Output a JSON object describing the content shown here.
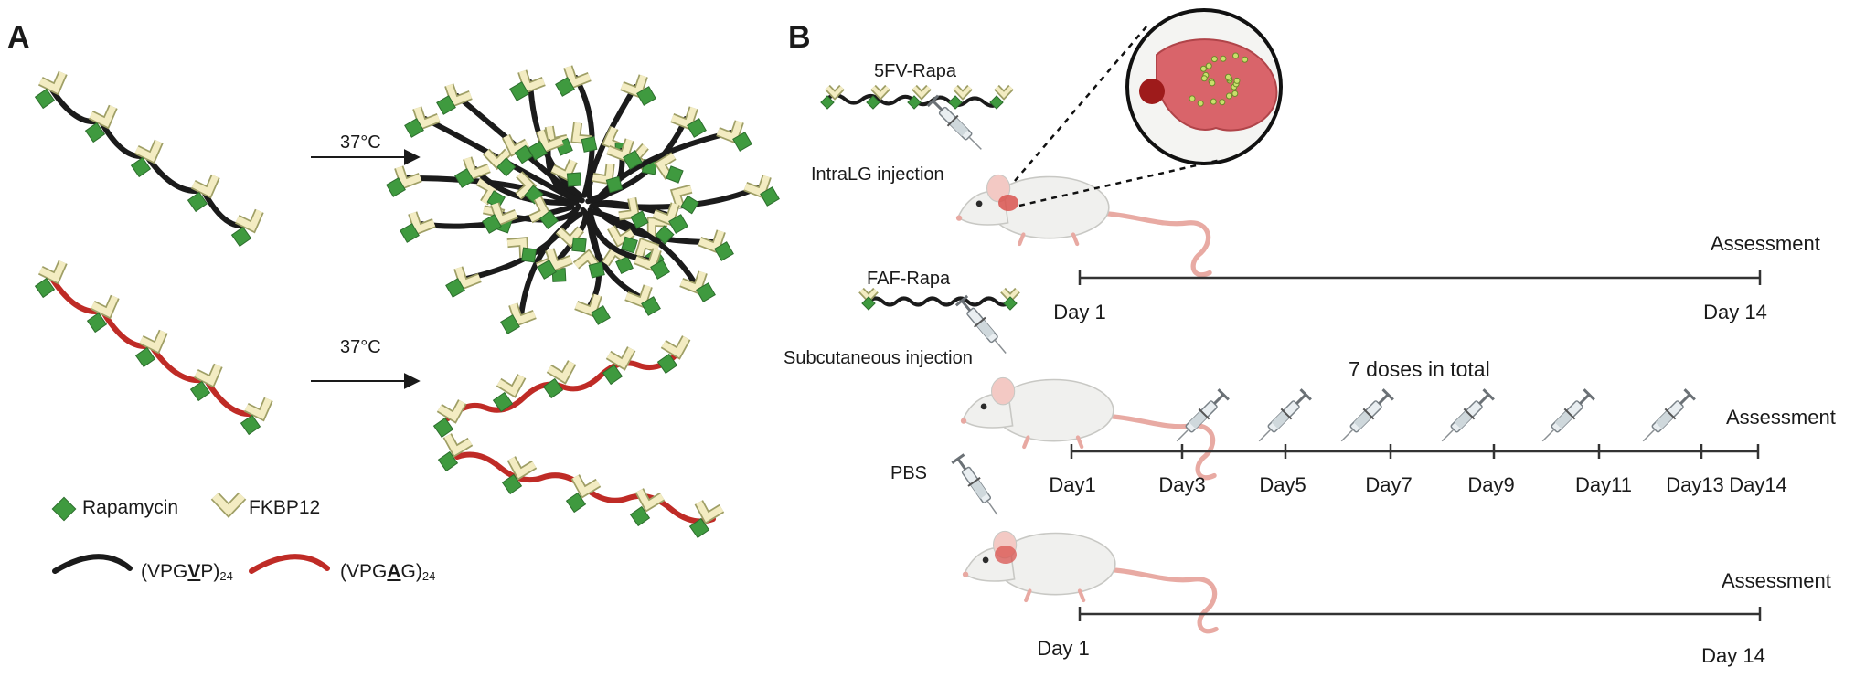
{
  "panels": {
    "a": "A",
    "b": "B"
  },
  "panel_a": {
    "arrow_top_label": "37°C",
    "arrow_bottom_label": "37°C",
    "legend": {
      "rapamycin": "Rapamycin",
      "fkbp12": "FKBP12",
      "polymer_v": {
        "prefix": "(VPG",
        "residue": "V",
        "suffix": "P)",
        "sub": "24"
      },
      "polymer_a": {
        "prefix": "(VPG",
        "residue": "A",
        "suffix": "G)",
        "sub": "24"
      }
    }
  },
  "panel_b": {
    "group1": {
      "construct": "5FV-Rapa",
      "route": "IntraLG injection",
      "assessment": "Assessment",
      "timeline": [
        "Day 1",
        "Day 14"
      ]
    },
    "group2": {
      "construct": "FAF-Rapa",
      "route": "Subcutaneous injection",
      "doses": "7 doses in total",
      "assessment": "Assessment",
      "timeline": [
        "Day1",
        "Day3",
        "Day5",
        "Day7",
        "Day9",
        "Day11",
        "Day13",
        "Day14"
      ]
    },
    "group3": {
      "construct": "PBS",
      "assessment": "Assessment",
      "timeline": [
        "Day 1",
        "Day 14"
      ]
    }
  },
  "colors": {
    "rapamycin": "#3f9a3f",
    "fkbp12": "#f3ecc2",
    "fkbp12_outline": "#9f9f66",
    "polymer_v": "#1b1b1b",
    "polymer_a": "#bf2b26",
    "mouse_body": "#f0f0ee",
    "mouse_tail": "#e8aaa3",
    "gland": "#d9534f"
  }
}
